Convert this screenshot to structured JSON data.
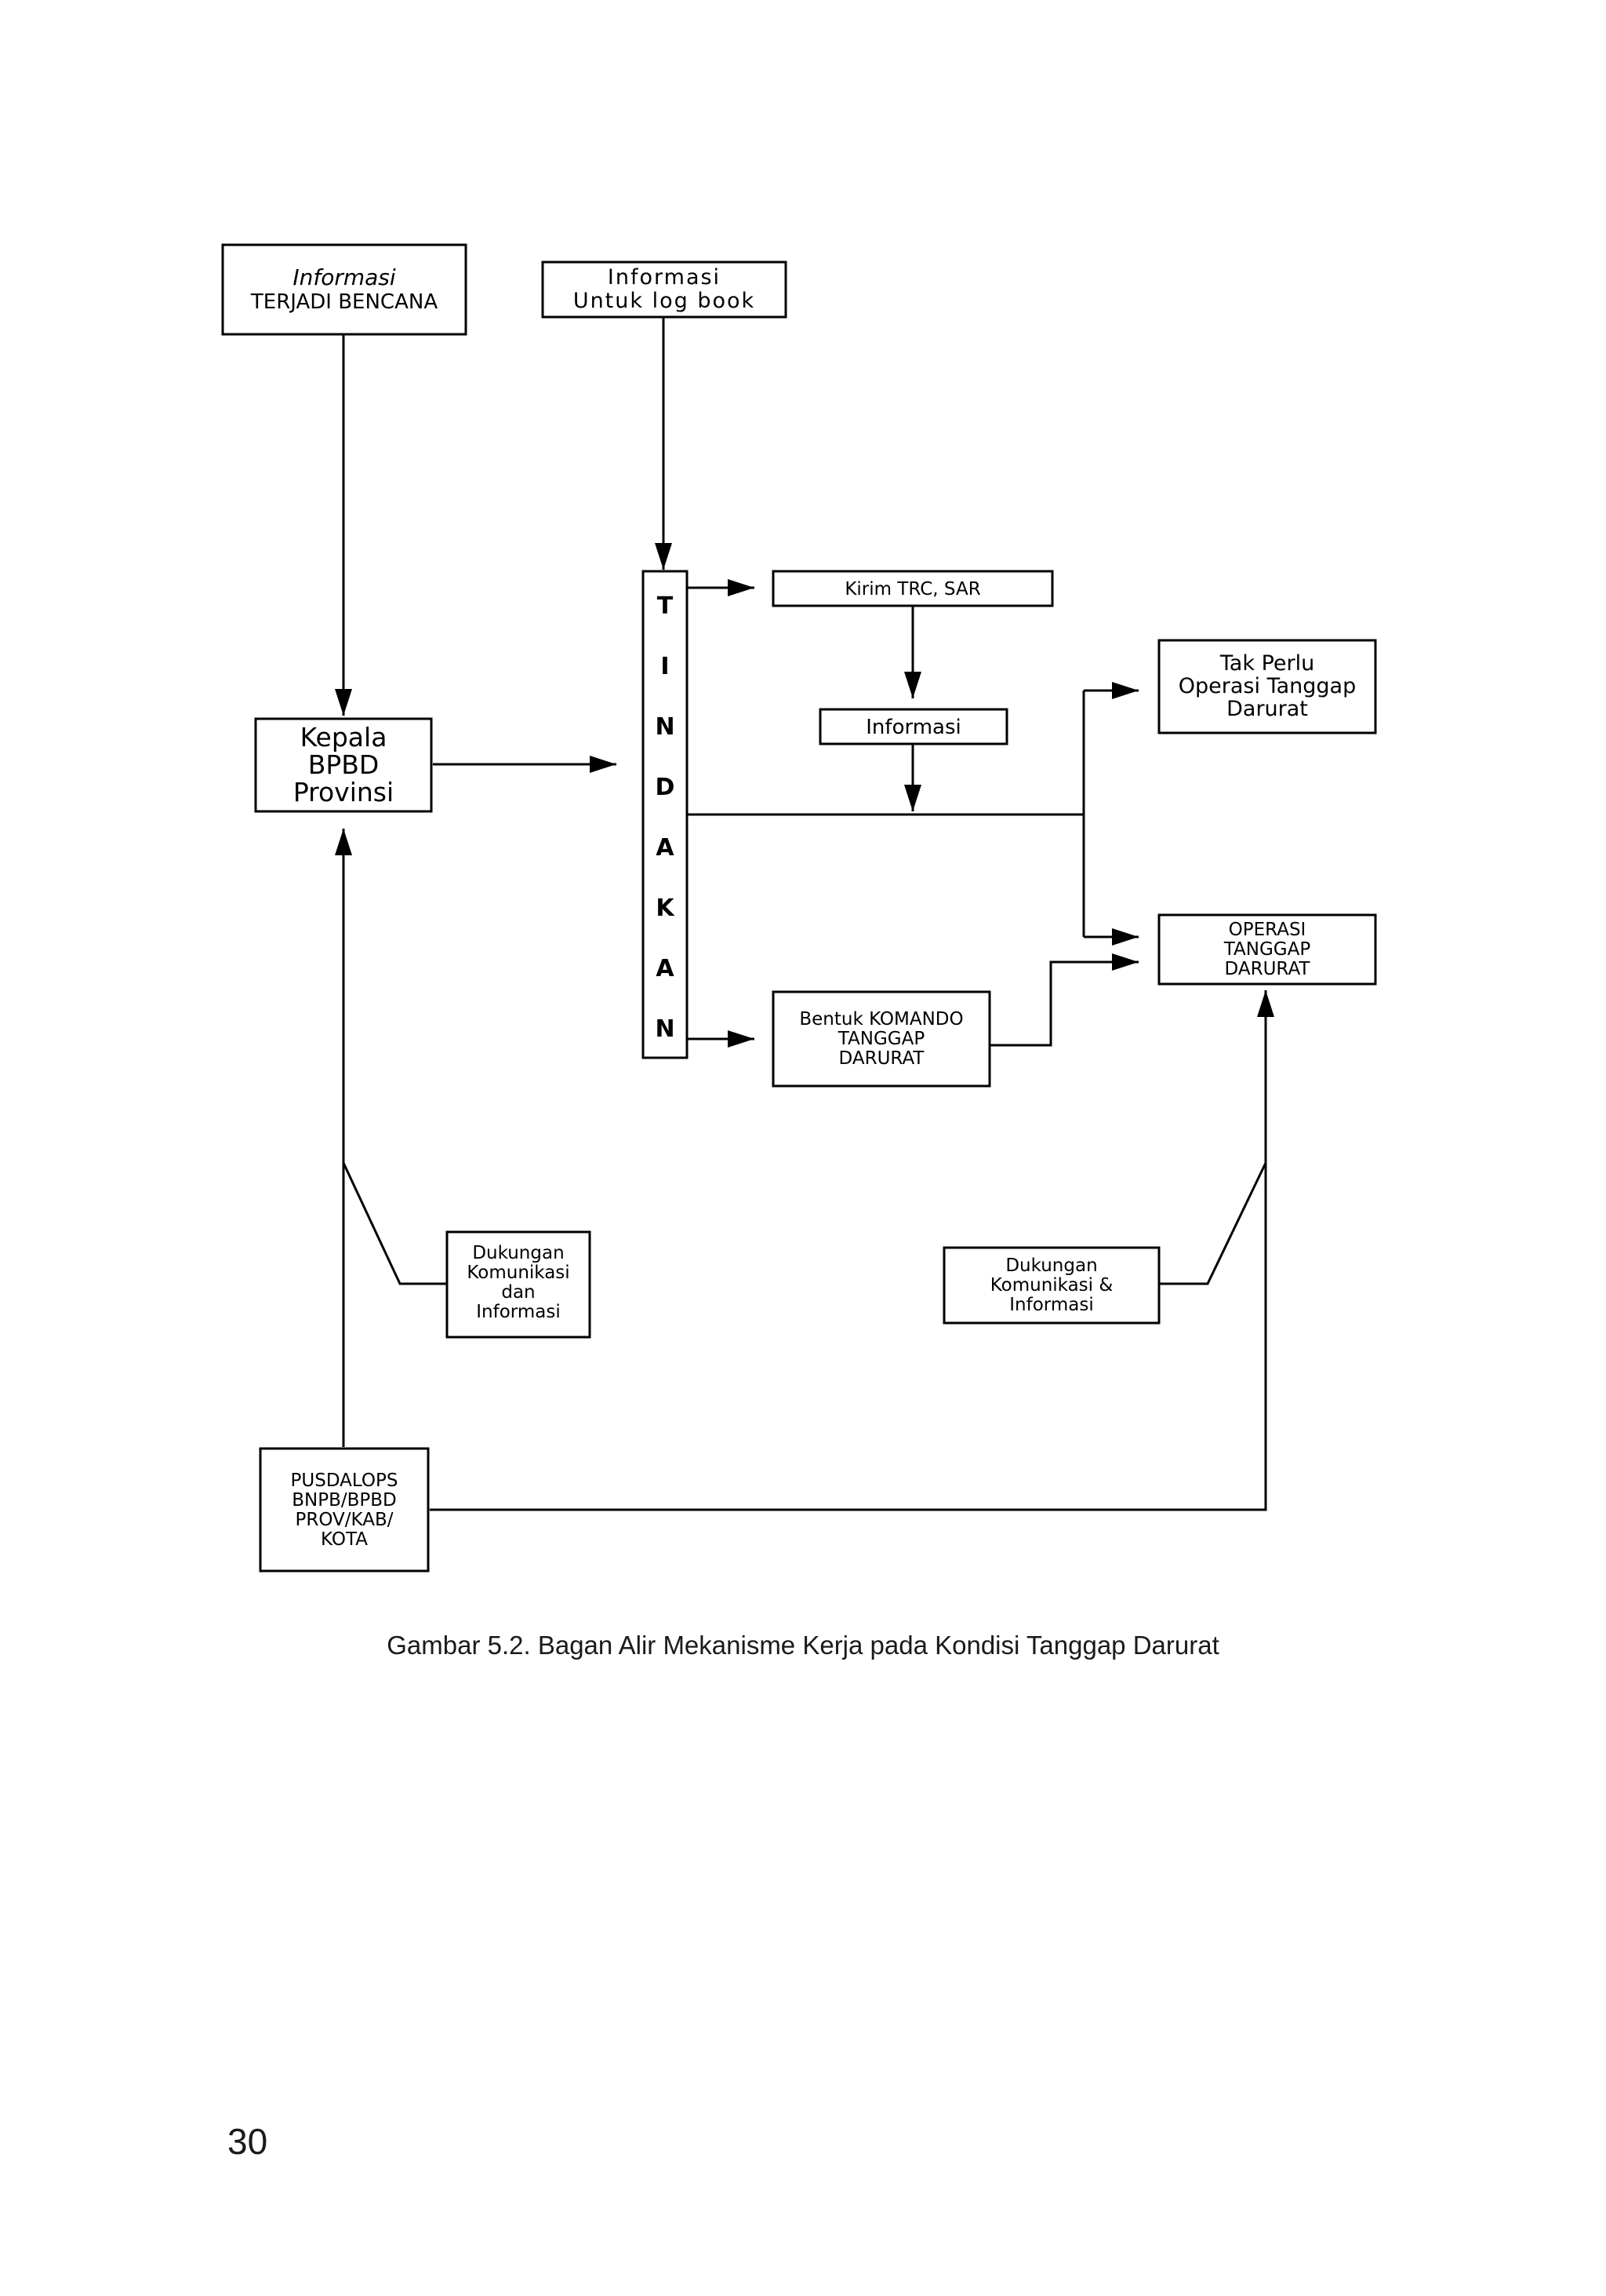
{
  "nodes": {
    "info_bencana": {
      "lines": [
        "Informasi",
        "TERJADI BENCANA"
      ]
    },
    "info_logbook": {
      "lines": [
        "Informasi",
        "Untuk log book"
      ]
    },
    "kepala": {
      "lines": [
        "Kepala",
        "BPBD",
        "Provinsi"
      ]
    },
    "tindakan": {
      "letters": [
        "T",
        "I",
        "N",
        "D",
        "A",
        "K",
        "A",
        "N"
      ]
    },
    "kirim_trc": {
      "lines": [
        "Kirim TRC, SAR"
      ]
    },
    "informasi_mid": {
      "lines": [
        "Informasi"
      ]
    },
    "tak_perlu": {
      "lines": [
        "Tak Perlu",
        "Operasi Tanggap",
        "Darurat"
      ]
    },
    "operasi": {
      "lines": [
        "OPERASI",
        "TANGGAP",
        "DARURAT"
      ]
    },
    "komando": {
      "lines": [
        "Bentuk KOMANDO",
        "TANGGAP",
        "DARURAT"
      ]
    },
    "dukungan_left": {
      "lines": [
        "Dukungan",
        "Komunikasi",
        "dan",
        "Informasi"
      ]
    },
    "dukungan_right": {
      "lines": [
        "Dukungan",
        "Komunikasi &",
        "Informasi"
      ]
    },
    "pusdalops": {
      "lines": [
        "PUSDALOPS",
        "BNPB/BPBD",
        "PROV/KAB/",
        "KOTA"
      ]
    }
  },
  "caption": "Gambar 5.2.  Bagan Alir Mekanisme Kerja pada Kondisi Tanggap Darurat",
  "page_number": "30"
}
